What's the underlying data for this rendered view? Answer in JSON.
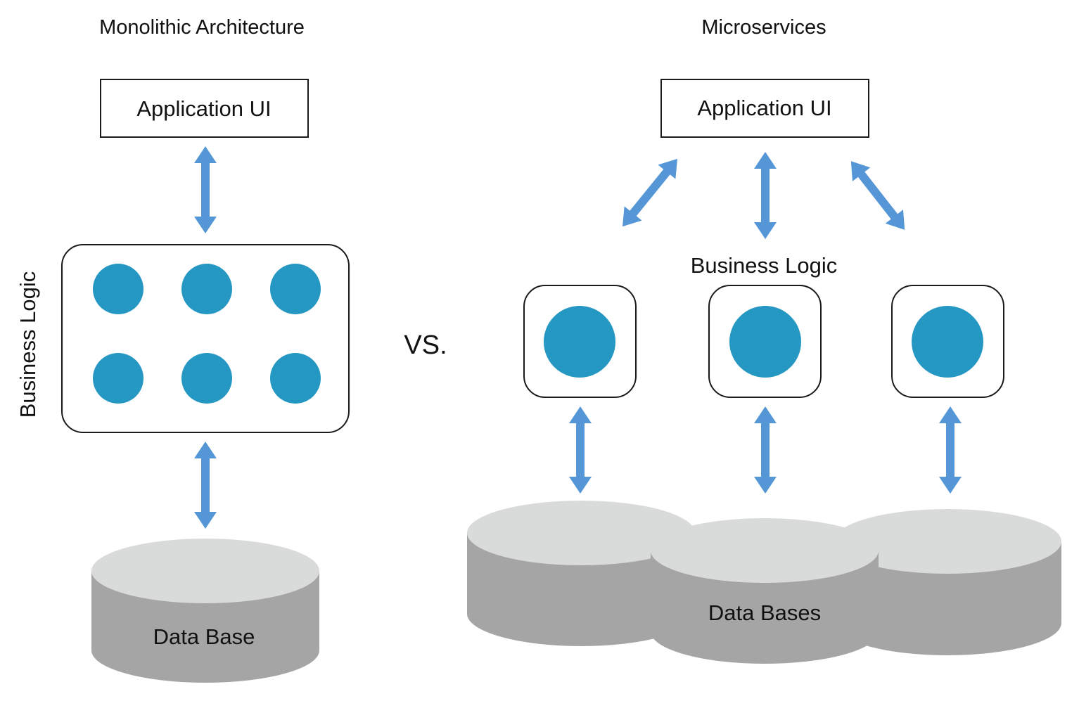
{
  "monolith": {
    "title": "Monolithic Architecture",
    "ui_label": "Application UI",
    "side_label": "Business Logic",
    "db_label": "Data Base"
  },
  "separator": "VS.",
  "micro": {
    "title": "Microservices",
    "ui_label": "Application UI",
    "logic_label": "Business Logic",
    "db_label": "Data Bases"
  },
  "colors": {
    "arrow": "#5596d6",
    "node": "#2497c2",
    "db_top": "#d9dada",
    "db_side": "#a5a5a5",
    "box_stroke": "#1a1a1a"
  }
}
